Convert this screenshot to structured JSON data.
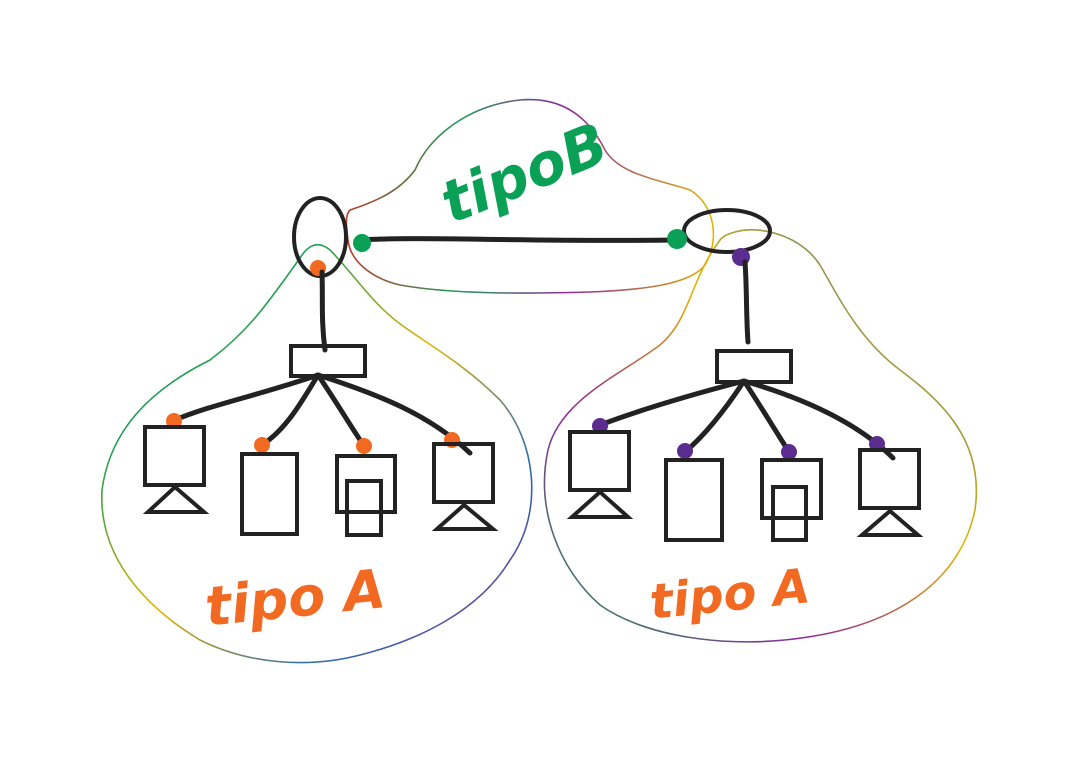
{
  "diagram": {
    "labels": {
      "top": "tipoB",
      "left": "tipo A",
      "right": "tipo A"
    },
    "colors": {
      "ink": "#222222",
      "orange": "#f26a21",
      "green": "#0aa055",
      "purple": "#5b2d90",
      "region_gradient": [
        "#6a2b8c",
        "#e2b500",
        "#1f9e55",
        "#2b6cb0",
        "#8e2a9c"
      ]
    }
  }
}
